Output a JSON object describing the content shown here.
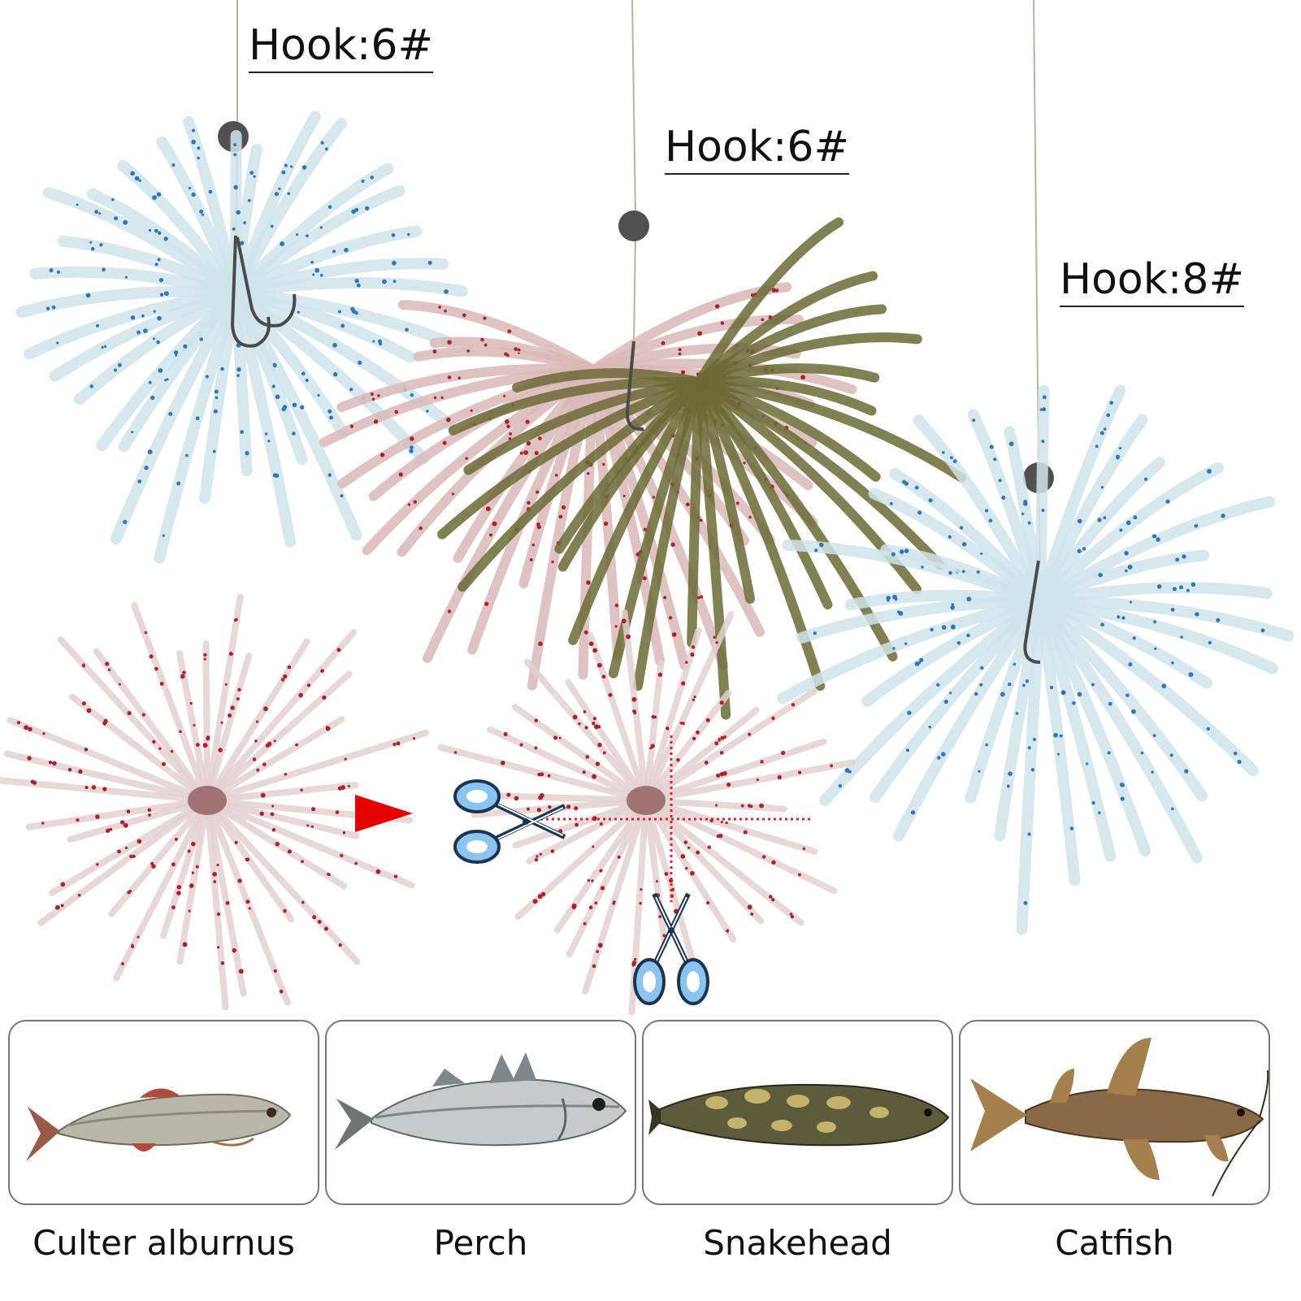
{
  "hooks": [
    {
      "label": "Hook:6#",
      "lure_color": "blue-speckled-clear"
    },
    {
      "label": "Hook:6#",
      "lure_color": "red-speckled-clear-and-olive"
    },
    {
      "label": "Hook:8#",
      "lure_color": "blue-speckled-clear"
    }
  ],
  "fish": [
    {
      "name": "Culter alburnus",
      "icon": "culter-alburnus-photo"
    },
    {
      "name": "Perch",
      "icon": "perch-photo"
    },
    {
      "name": "Snakehead",
      "icon": "snakehead-photo"
    },
    {
      "name": "Catfish",
      "icon": "catfish-photo"
    }
  ],
  "colors": {
    "blue_lure": "#cfe3ea",
    "blue_speckle": "#2f78b4",
    "red_speckle": "#a8242a",
    "olive_lure": "#6b6a35",
    "arrow": "#e30000",
    "scissors": "#5aa9e6",
    "cut_line": "#e0202a"
  }
}
